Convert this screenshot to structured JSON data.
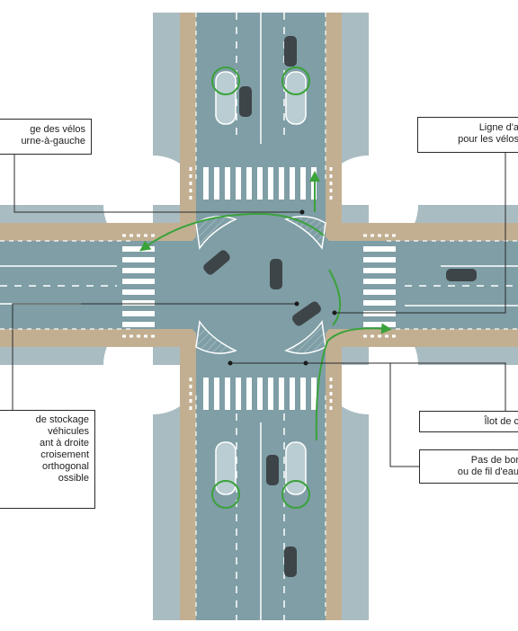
{
  "callouts": [
    {
      "id": "bike-storage",
      "lines": [
        "ge des vélos",
        "urne-à-gauche"
      ]
    },
    {
      "id": "stop-line",
      "lines": [
        "Ligne d'a",
        "pour les vélos"
      ]
    },
    {
      "id": "vehicle-storage",
      "lines": [
        "de stockage",
        "véhicules",
        "ant à droite",
        "croisement",
        "orthogonal",
        "ossible"
      ]
    },
    {
      "id": "island",
      "lines": [
        "Îlot de c"
      ]
    },
    {
      "id": "no-curb",
      "lines": [
        "Pas de bor",
        "ou de fil d'eau"
      ]
    }
  ],
  "colors": {
    "sidewalk": "#a9bcc2",
    "bike_path": "#c2af92",
    "roadway": "#7f9ea6",
    "marking": "#ffffff",
    "bike_arrow": "#3aa23a",
    "leader_line": "#2a2a2a",
    "island": "#b9cdd2",
    "vehicle": "#3d4548"
  }
}
